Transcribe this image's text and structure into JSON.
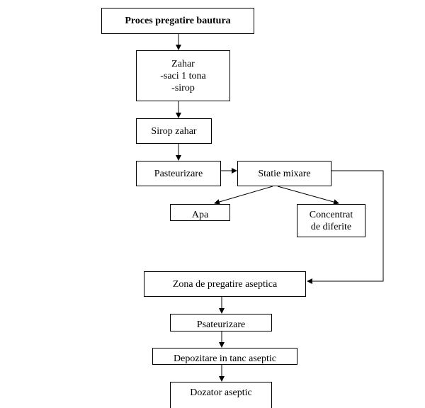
{
  "diagram": {
    "title": "Proces pregatire bautura",
    "zahar": [
      "Zahar",
      "-saci 1 tona",
      "-sirop"
    ],
    "sirop_zahar": "Sirop zahar",
    "pasteurizare": "Pasteurizare",
    "statie_mixare": "Statie mixare",
    "apa": "Apa",
    "concentrat": [
      "Concentrat",
      "de diferite"
    ],
    "zona_aseptica": "Zona de pregatire aseptica",
    "psateurizare": "Psateurizare",
    "depozitare": "Depozitare in tanc aseptic",
    "dozator": "Dozator aseptic"
  }
}
